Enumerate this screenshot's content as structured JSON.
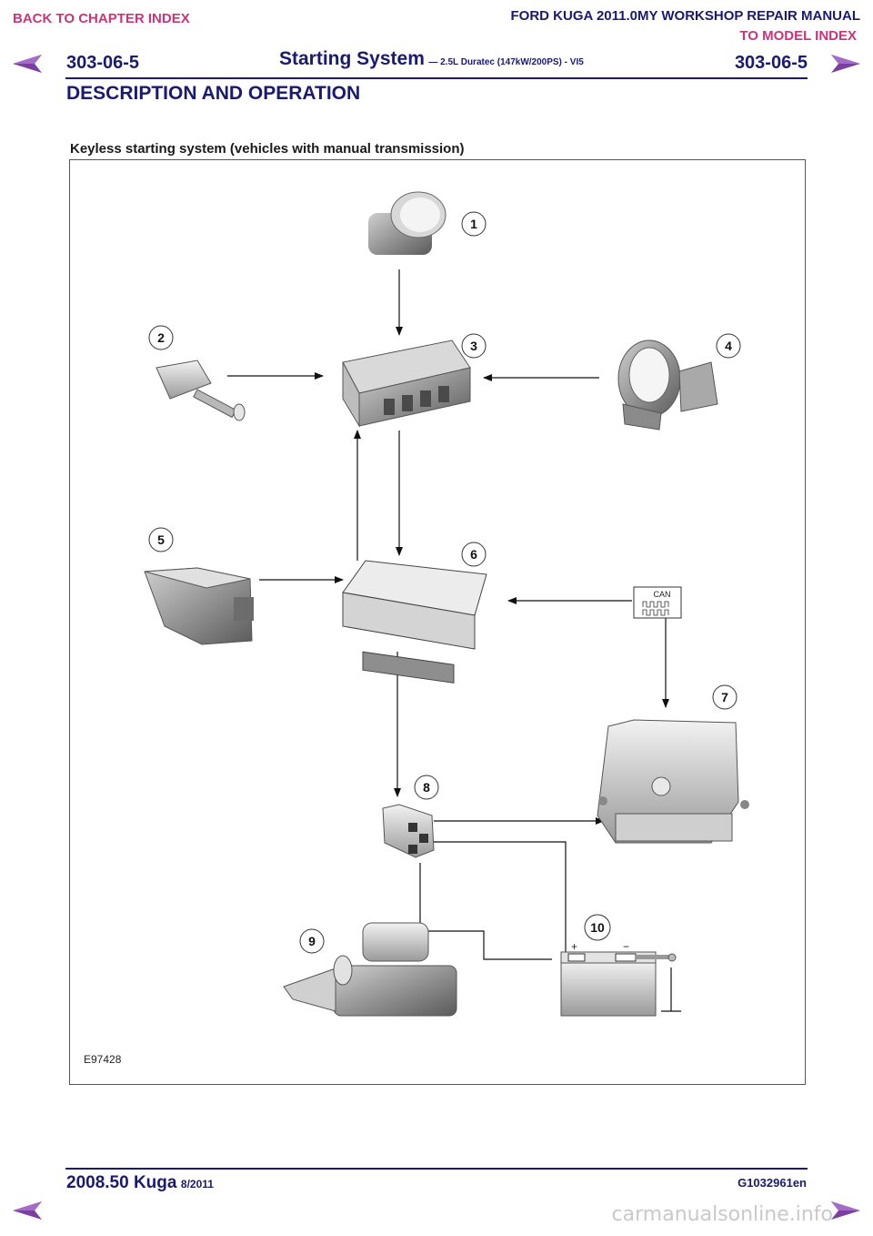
{
  "header": {
    "back_link": "BACK TO CHAPTER INDEX",
    "manual_title": "FORD KUGA 2011.0MY WORKSHOP REPAIR MANUAL",
    "model_link": "TO MODEL INDEX",
    "code_left": "303-06-5",
    "code_right": "303-06-5",
    "system_title": "Starting System",
    "system_subtitle": "— 2.5L Duratec (147kW/200PS) - VI5",
    "section": "DESCRIPTION AND OPERATION"
  },
  "figure": {
    "caption": "Keyless starting system (vehicles with manual transmission)",
    "figure_id": "E97428",
    "callouts": [
      "1",
      "2",
      "3",
      "4",
      "5",
      "6",
      "7",
      "8",
      "9",
      "10"
    ],
    "can_label": "CAN",
    "battery_plus": "+",
    "battery_minus": "−"
  },
  "footer": {
    "model": "2008.50 Kuga",
    "date": "8/2011",
    "doc_code": "G1032961en",
    "watermark": "carmanualsonline.info"
  },
  "colors": {
    "navy": "#1a1a6e",
    "link_pink": "#c8357a",
    "nav_arrow": "#7b3fa0"
  }
}
